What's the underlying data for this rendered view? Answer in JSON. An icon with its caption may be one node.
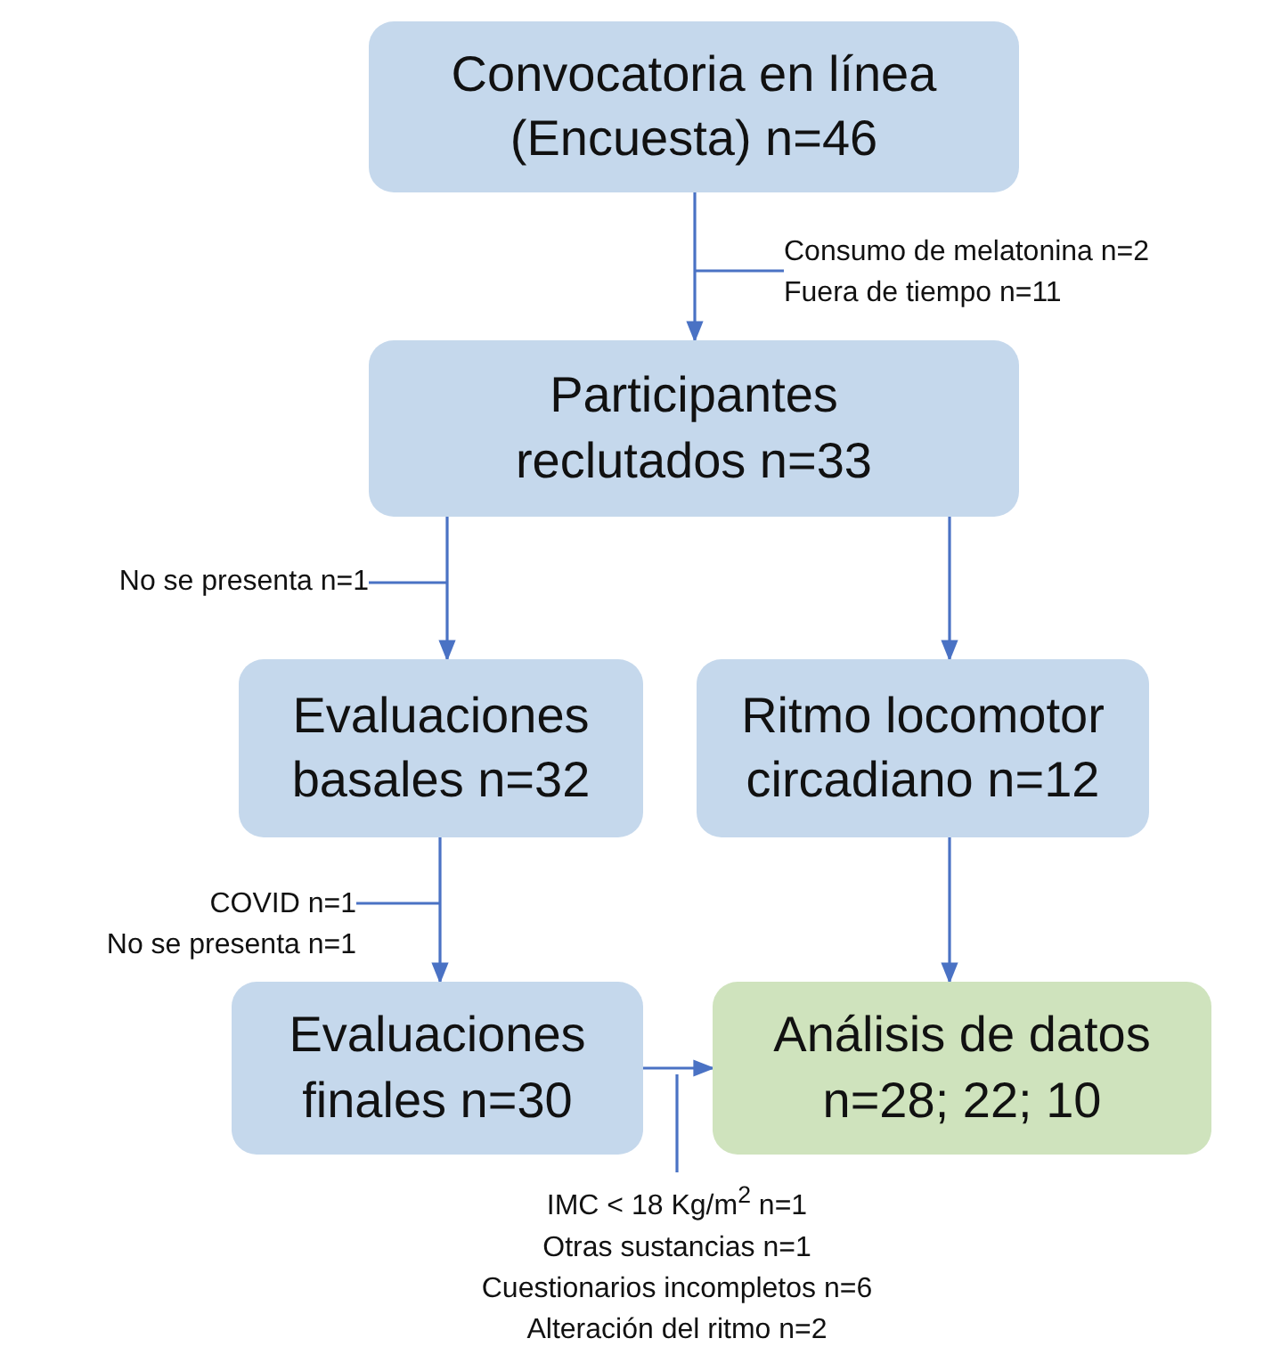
{
  "diagram": {
    "nodes": [
      {
        "text": [
          "Convocatoria en línea (Encuesta) n=46"
        ]
      },
      {
        "text": [
          "Participantes reclutados n=33"
        ]
      },
      {
        "text": [
          "Evaluaciones basales n=32"
        ]
      },
      {
        "text": [
          "Ritmo locomotor circadiano n=12"
        ]
      },
      {
        "text": [
          "Evaluaciones finales n=30"
        ]
      },
      {
        "text": [
          "Análisis de datos n=28; 22; 10"
        ]
      },
      {
        "text": [
          "Consumo de melatonina n=2",
          "Fuera de tiempo n=11"
        ]
      },
      {
        "text": [
          "No se presenta n=1"
        ]
      },
      {
        "text": [
          "COVID n=1",
          "No se presenta n=1"
        ]
      },
      {
        "text": [
          "IMC < 18 Kg/m$^{2}$ n=1",
          "Otras sustancias n=1",
          "Cuestionarios incompletos n=6",
          "Alteración del ritmo n=2"
        ]
      }
    ],
    "edges": [
      {
        "from": 0,
        "to": 1,
        "arrow": "to"
      },
      {
        "from": 6,
        "to": null,
        "arrow": "none"
      },
      {
        "from": 1,
        "to": 2,
        "arrow": "to"
      },
      {
        "from": 7,
        "to": null,
        "arrow": "none"
      },
      {
        "from": 1,
        "to": 3,
        "arrow": "to"
      },
      {
        "from": 2,
        "to": 4,
        "arrow": "to"
      },
      {
        "from": 8,
        "to": null,
        "arrow": "none"
      },
      {
        "from": 4,
        "to": 5,
        "arrow": "to"
      },
      {
        "from": 9,
        "to": null,
        "arrow": "none"
      },
      {
        "from": 3,
        "to": 5,
        "arrow": "to"
      }
    ]
  }
}
